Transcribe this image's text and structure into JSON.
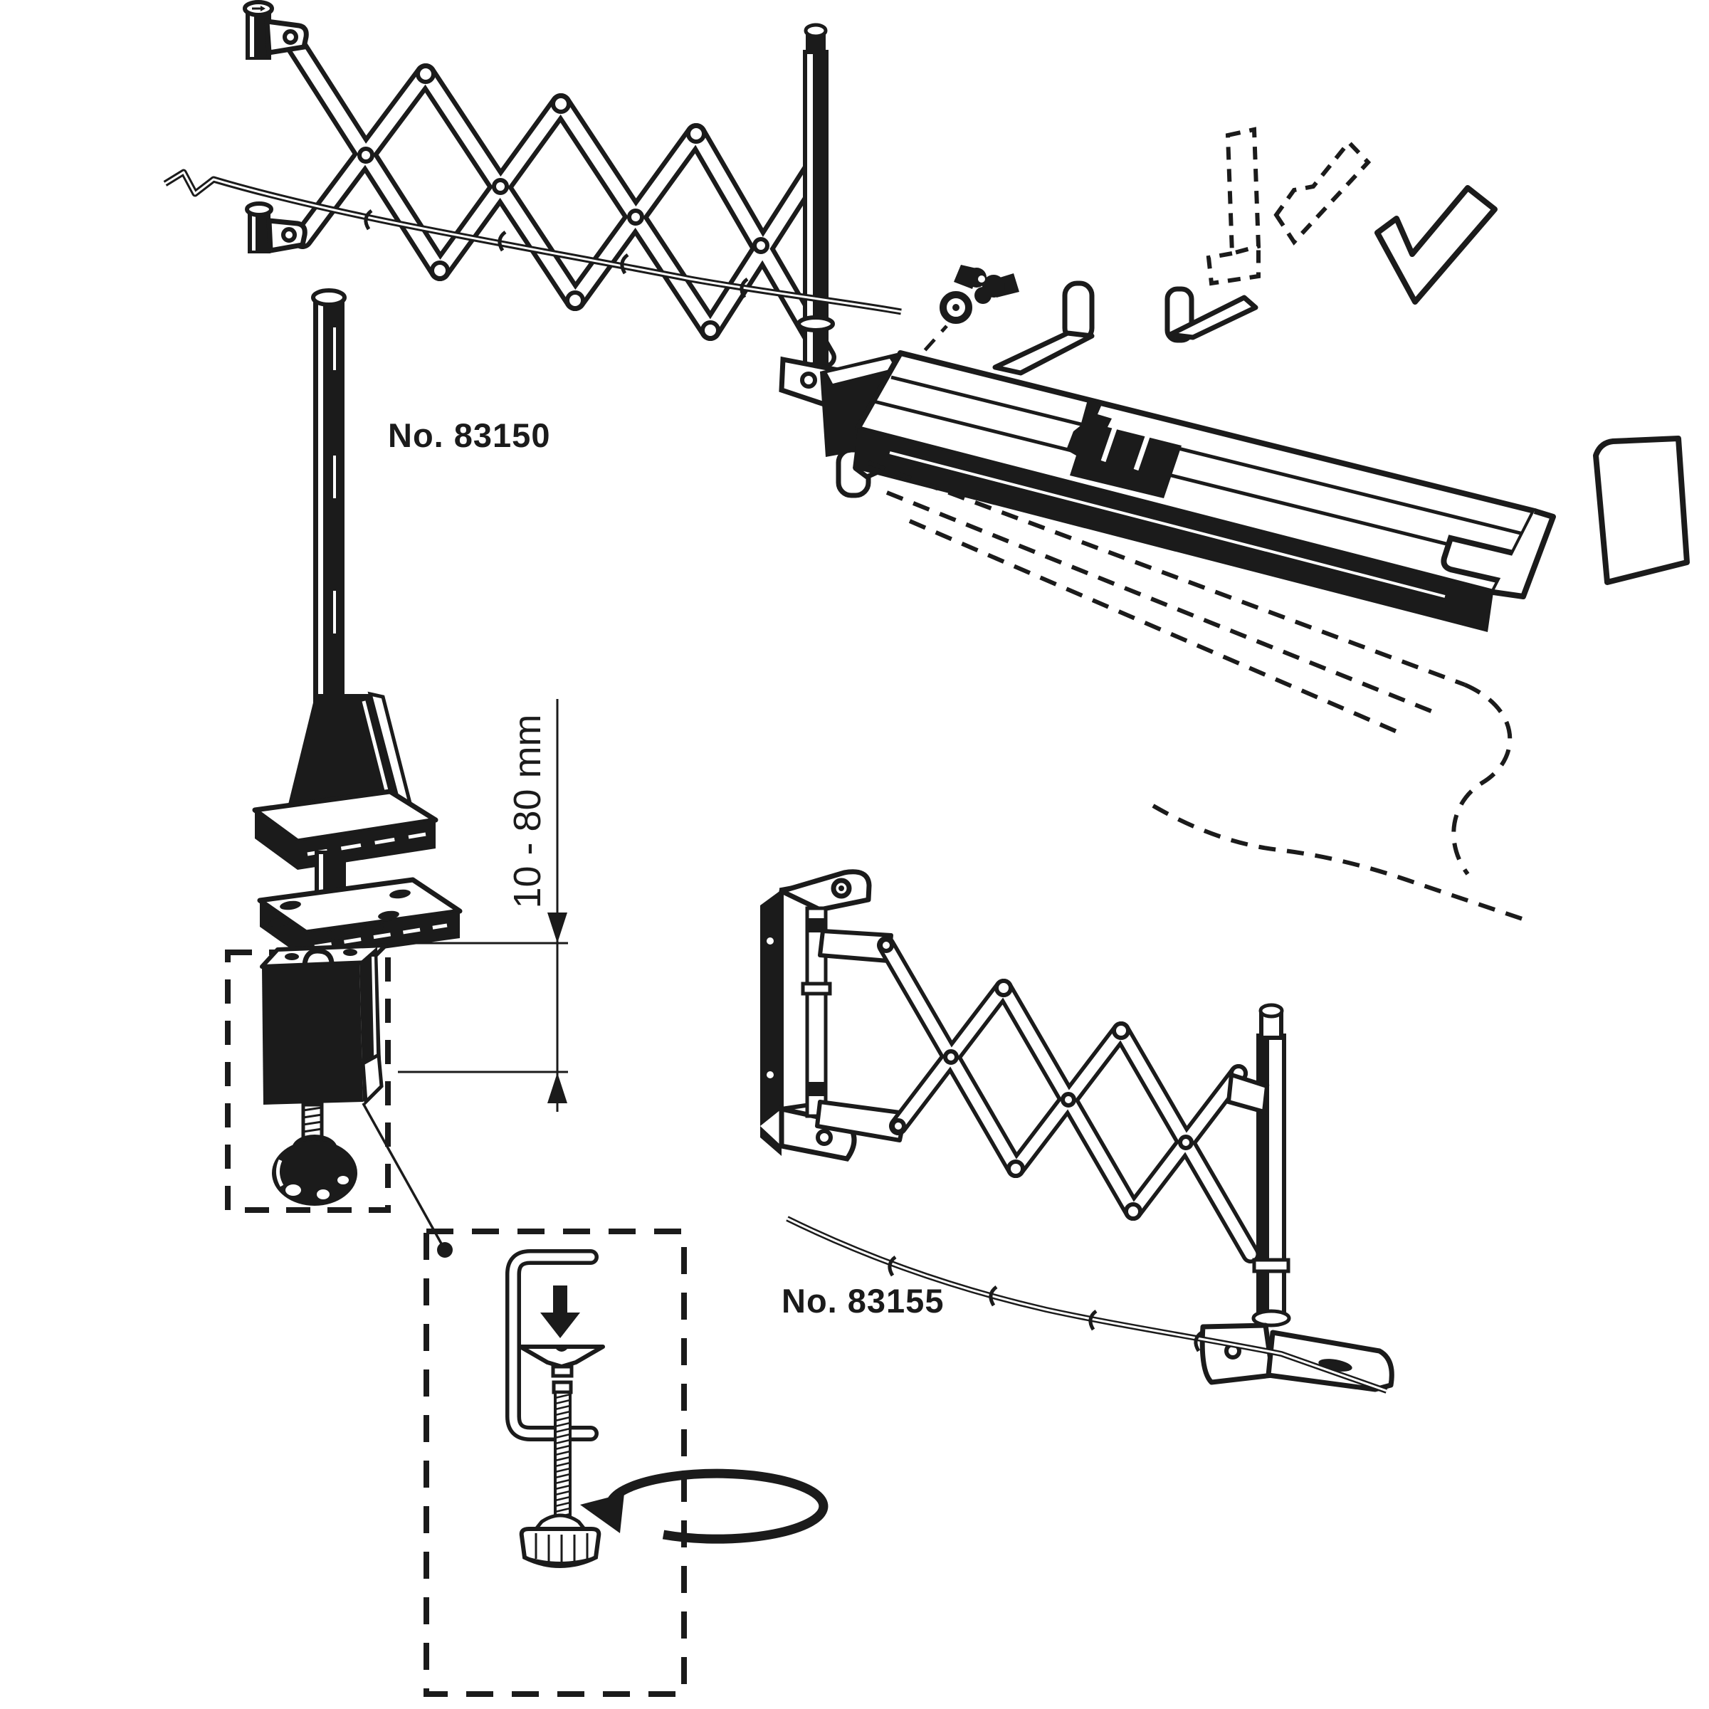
{
  "page": {
    "background": "#ffffff",
    "ink_color": "#1b1b1b",
    "description": "Installation / exploded diagram for extendable scissor-arm mounts"
  },
  "annotations": {
    "clamp_model_label": "No. 83150",
    "wall_model_label": "No. 83155",
    "clamp_range_label": "10 - 80 mm"
  },
  "drawings": [
    {
      "name": "scissor-extension-arm-top",
      "kind": "line-art"
    },
    {
      "name": "exploded-tray-assembly",
      "kind": "line-art"
    },
    {
      "name": "clamp-stand-83150",
      "kind": "line-art"
    },
    {
      "name": "clamp-opening-dimension",
      "kind": "dimension-annotation"
    },
    {
      "name": "wall-scissor-arm-83155",
      "kind": "line-art"
    },
    {
      "name": "clamp-detail-inset",
      "kind": "line-art"
    }
  ]
}
